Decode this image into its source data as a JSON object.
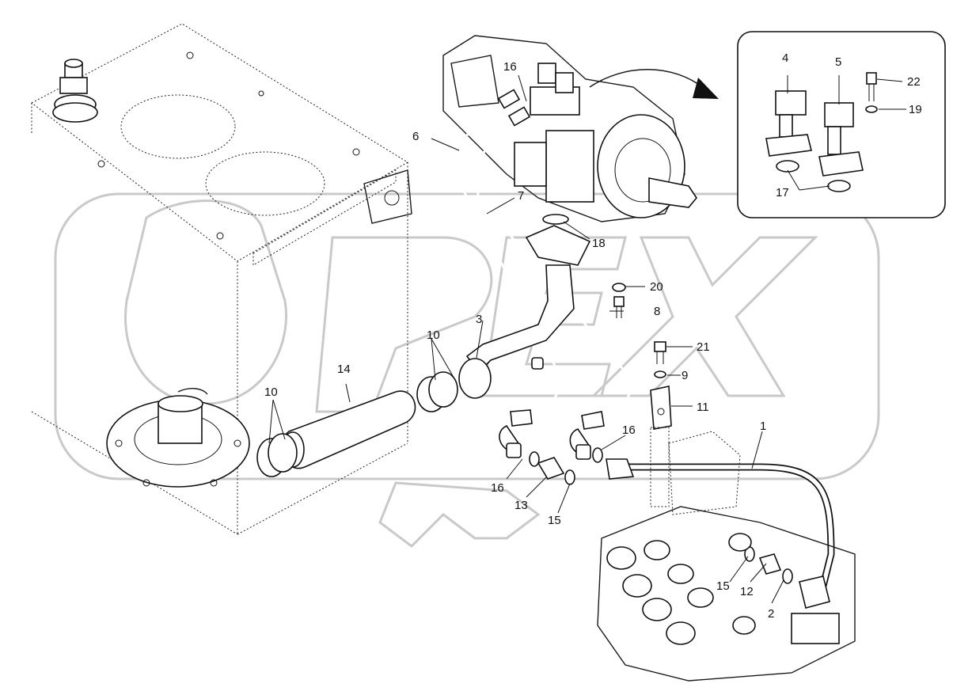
{
  "diagram": {
    "callouts": {
      "c1": "1",
      "c2": "2",
      "c3": "3",
      "c4": "4",
      "c5": "5",
      "c6": "6",
      "c7": "7",
      "c8": "8",
      "c9": "9",
      "c10a": "10",
      "c10b": "10",
      "c11": "11",
      "c12": "12",
      "c13": "13",
      "c14": "14",
      "c15a": "15",
      "c15b": "15",
      "c16a": "16",
      "c16b": "16",
      "c16c": "16",
      "c17": "17",
      "c18": "18",
      "c19": "19",
      "c20": "20",
      "c21": "21",
      "c22": "22"
    },
    "colors": {
      "line": "#111111",
      "watermark": "#c9c9c9",
      "background": "#ffffff"
    }
  }
}
